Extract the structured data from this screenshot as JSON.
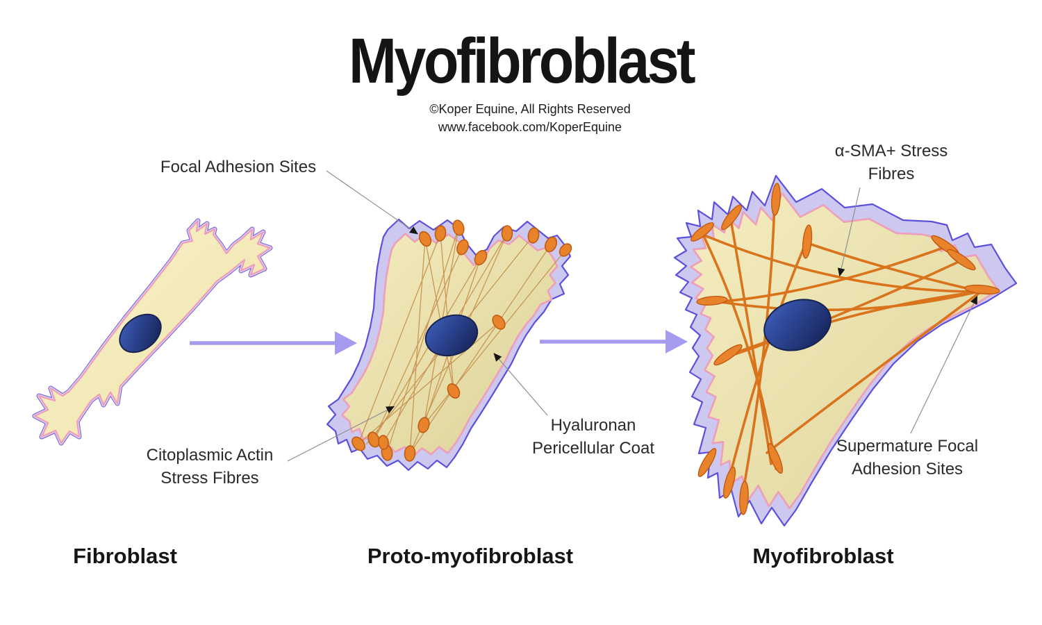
{
  "header": {
    "title": "Myofibroblast",
    "copyright": "©Koper Equine, All Rights Reserved",
    "website": "www.facebook.com/KoperEquine"
  },
  "annotations": {
    "focal_adhesion": {
      "line1": "Focal Adhesion Sites",
      "line2": ""
    },
    "alpha_sma": {
      "line1": "α-SMA+ Stress",
      "line2": "Fibres"
    },
    "cytoplasmic_actin": {
      "line1": "Citoplasmic Actin",
      "line2": "Stress Fibres"
    },
    "hyaluronan": {
      "line1": "Hyaluronan",
      "line2": "Pericellular Coat"
    },
    "supermature": {
      "line1": "Supermature Focal",
      "line2": "Adhesion Sites"
    }
  },
  "stages": {
    "stage1": "Fibroblast",
    "stage2": "Proto-myofibroblast",
    "stage3": "Myofibroblast"
  },
  "icons": {
    "transition_arrow": "arrow-right",
    "annotation_pointer": "black-arrowhead"
  },
  "colors": {
    "background": "#ffffff",
    "arrow_purple": "#a59bef",
    "pericellular_coat_fill": "#cdc8ef",
    "coat_outline": "#5b50dc",
    "membrane_pink": "#ee9fba",
    "cytoplasm_light": "#f8f1c8",
    "cytoplasm_dark": "#ddd299",
    "nucleus_light": "#3f61c0",
    "nucleus_dark": "#131e50",
    "adhesion_orange": "#e8832c",
    "adhesion_outline": "#bf5c12",
    "stress_fibre_thick": "#d9731c",
    "stress_fibre_thin": "#c8924f",
    "annotation_line": "#8f8f8f",
    "text": "#1f1f1f"
  }
}
